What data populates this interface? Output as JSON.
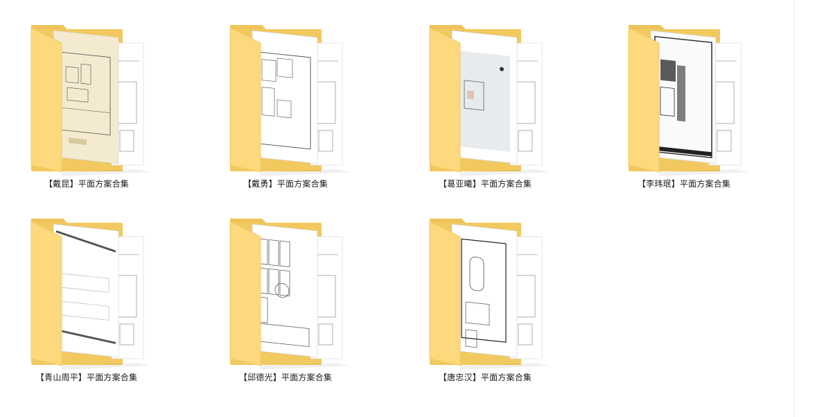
{
  "window": {
    "view": "large-icons"
  },
  "colors": {
    "folder_back": "#f1c95f",
    "folder_tab": "#eec35a",
    "folder_front": "#fbd97c",
    "folder_front_edge": "#f3c965",
    "paper": "#ffffff",
    "plan_line": "#4a4a4a",
    "beige_plan": "#f3ead0"
  },
  "folders": [
    {
      "label": "【戴昆】平面方案合集",
      "icon": "folder-with-beige-floor-plan-icon",
      "preview": "beige"
    },
    {
      "label": "【戴勇】平面方案合集",
      "icon": "folder-with-floor-plan-icon",
      "preview": "line"
    },
    {
      "label": "【葛亚曦】平面方案合集",
      "icon": "folder-with-floor-plan-icon",
      "preview": "grey"
    },
    {
      "label": "【李玮珉】平面方案合集",
      "icon": "folder-with-dark-floor-plan-icon",
      "preview": "dark"
    },
    {
      "label": "【青山周平】平面方案合集",
      "icon": "folder-with-floor-plan-icon",
      "preview": "sparse"
    },
    {
      "label": "【邱德光】平面方案合集",
      "icon": "folder-with-dense-floor-plan-icon",
      "preview": "dense"
    },
    {
      "label": "【唐忠汉】平面方案合集",
      "icon": "folder-with-floor-plan-icon",
      "preview": "villa"
    }
  ]
}
